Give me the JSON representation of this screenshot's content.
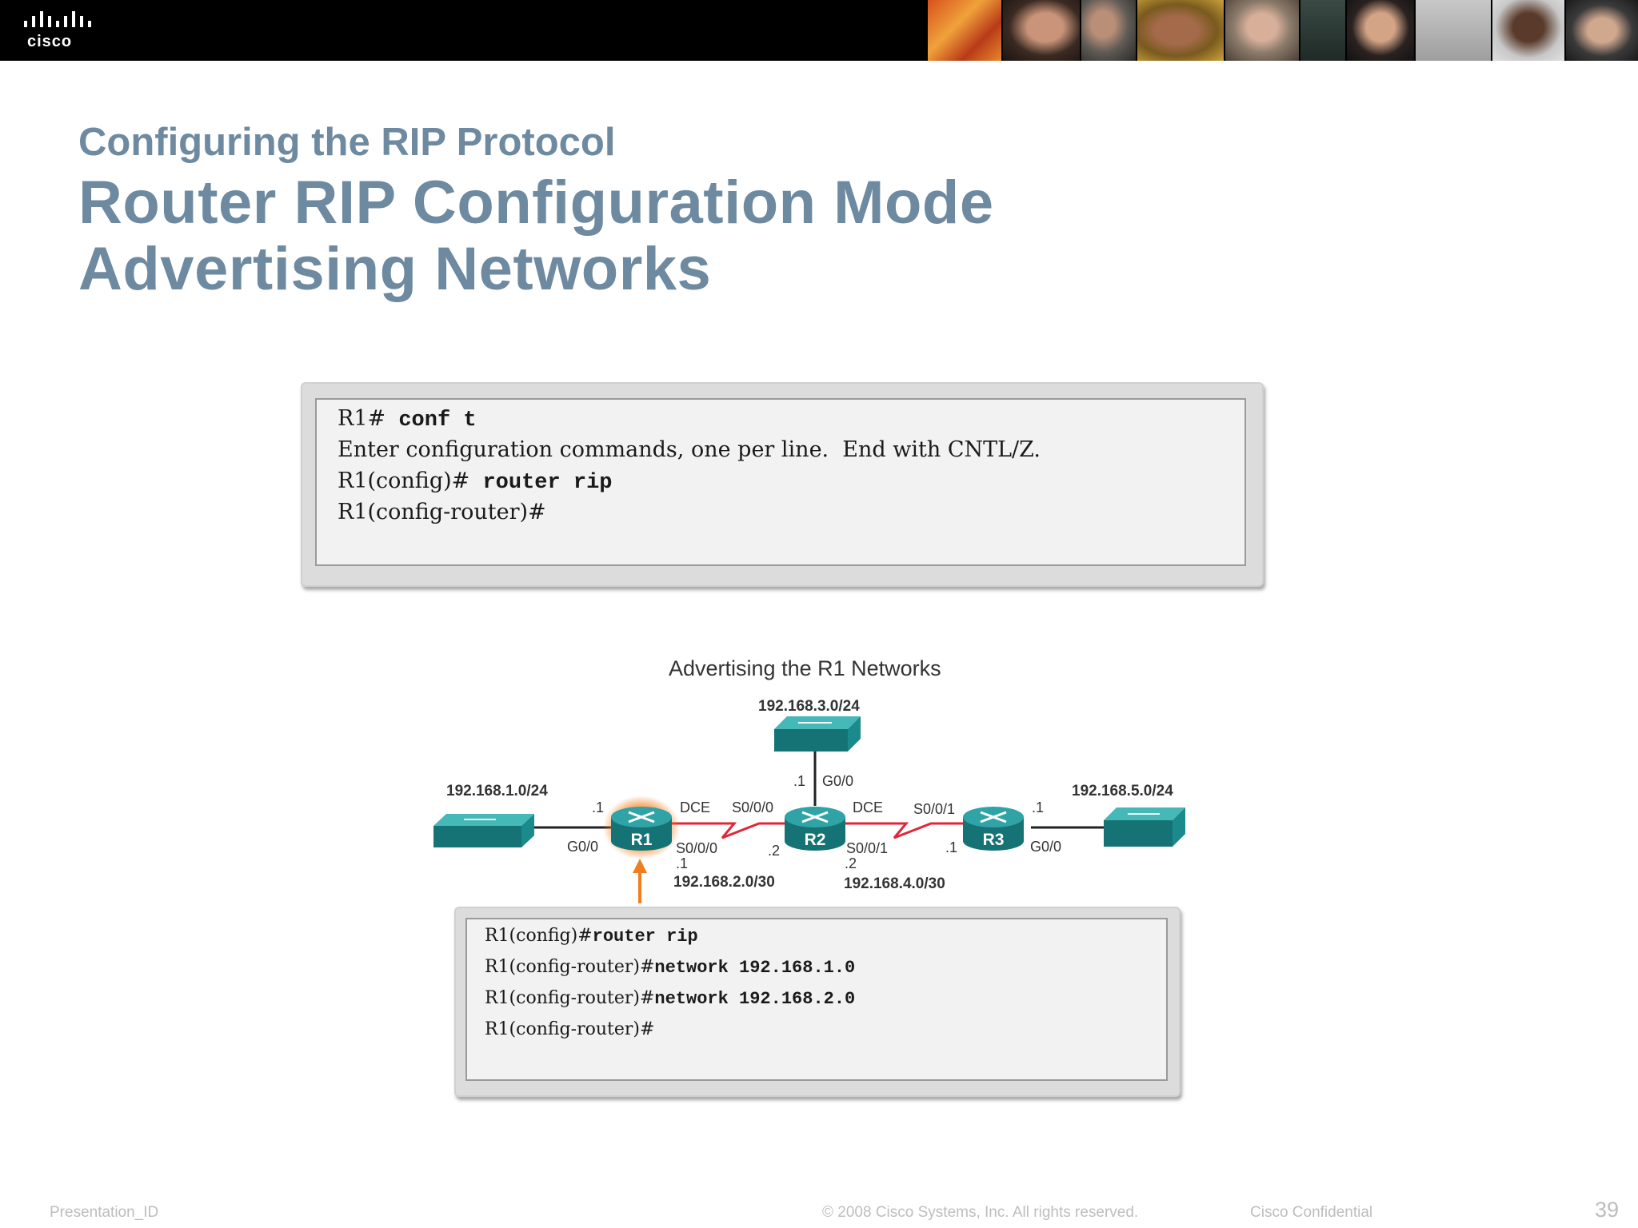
{
  "header": {
    "logo_text": "cisco"
  },
  "slide": {
    "subtitle": "Configuring the RIP Protocol",
    "title_line_1": "Router RIP Configuration Mode",
    "title_line_2": "Advertising Networks"
  },
  "cli_top": {
    "lines": [
      {
        "prompt": "R1#",
        "command": " conf t"
      },
      {
        "prompt": "Enter configuration commands, one per line.  End with CNTL/Z.",
        "command": ""
      },
      {
        "prompt": "R1(config)#",
        "command": " router rip"
      },
      {
        "prompt": "R1(config-router)#",
        "command": ""
      }
    ]
  },
  "diagram": {
    "title": "Advertising the R1 Networks",
    "routers": [
      "R1",
      "R2",
      "R3"
    ],
    "networks": {
      "lan_r1": "192.168.1.0/24",
      "lan_r2": "192.168.3.0/24",
      "lan_r3": "192.168.5.0/24",
      "link_r1_r2": "192.168.2.0/30",
      "link_r2_r3": "192.168.4.0/30"
    },
    "labels": {
      "r1_g00": "G0/0",
      "r1_g00_host": ".1",
      "r1_dce": "DCE",
      "r1_s000_top": "S0/0/0",
      "r1_s000_bottom": "S0/0/0",
      "r1_s000_host": ".1",
      "r2_s000_host": ".2",
      "r2_g00_host": ".1",
      "r2_g00": "G0/0",
      "r2_dce": "DCE",
      "r2_s001_top": "S0/0/1",
      "r2_s001_bottom": "S0/0/1",
      "r2_s001_host": ".2",
      "r3_s001_host": ".1",
      "r3_g00_host": ".1",
      "r3_g00": "G0/0"
    },
    "colors": {
      "device": "#1b8a8c",
      "serial_link": "#e0263a",
      "highlight": "#f07d1e"
    }
  },
  "cli_bottom": {
    "lines": [
      {
        "prompt": "R1(config)#",
        "command": "router rip"
      },
      {
        "prompt": "R1(config-router)#",
        "command": "network 192.168.1.0"
      },
      {
        "prompt": "R1(config-router)#",
        "command": "network 192.168.2.0"
      },
      {
        "prompt": "R1(config-router)#",
        "command": ""
      }
    ]
  },
  "footer": {
    "presentation_id": "Presentation_ID",
    "copyright": "© 2008 Cisco Systems, Inc. All rights reserved.",
    "confidential": "Cisco Confidential",
    "page_number": "39"
  }
}
